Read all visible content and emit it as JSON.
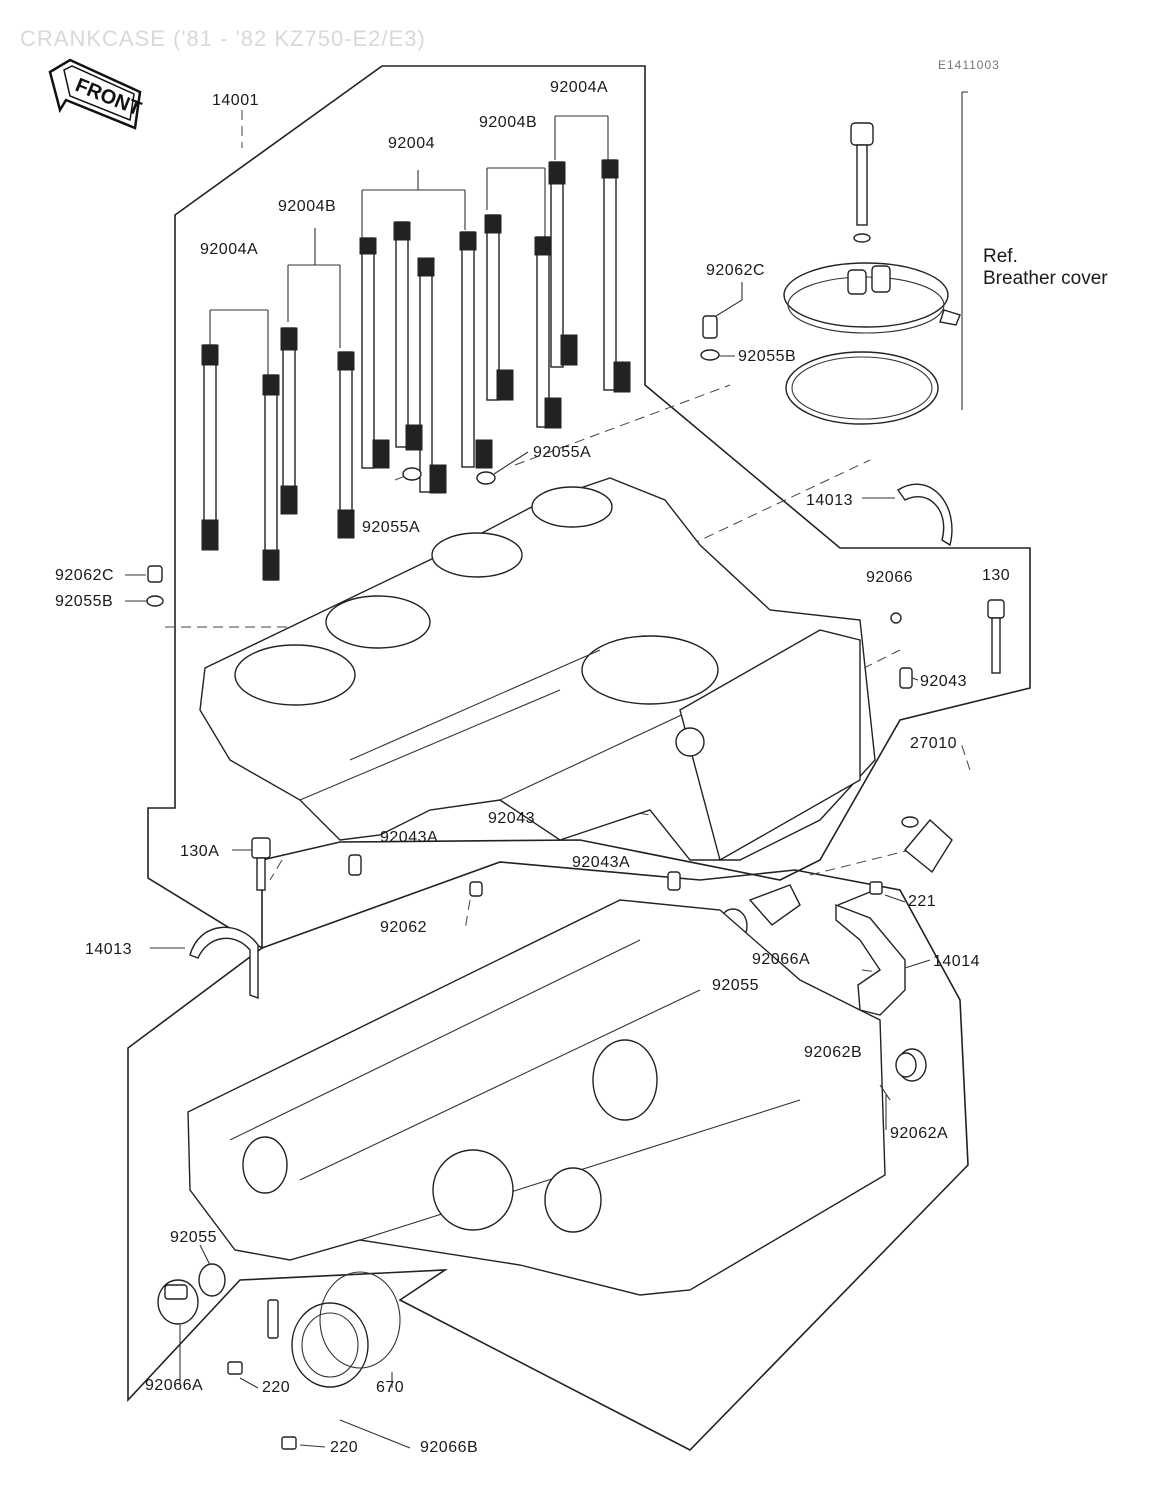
{
  "header": {
    "title": "CRANKCASE ('81 - '82 KZ750-E2/E3)",
    "code": "E1411003",
    "front_label": "FRONT"
  },
  "reference": {
    "ref_label": "Ref.",
    "ref_name": "Breather cover"
  },
  "callouts": {
    "p14001": "14001",
    "p92004A_top": "92004A",
    "p92004B_top": "92004B",
    "p92004": "92004",
    "p92004B_left": "92004B",
    "p92004A_left": "92004A",
    "p92062C_upper": "92062C",
    "p92055B_upper": "92055B",
    "p92055A_right": "92055A",
    "p92055A_left": "92055A",
    "p14013_upper": "14013",
    "p92062C_left": "92062C",
    "p92055B_left": "92055B",
    "p92066": "92066",
    "p130": "130",
    "p92043_right": "92043",
    "p27010": "27010",
    "p92043_mid": "92043",
    "p130A": "130A",
    "p92043A_left": "92043A",
    "p92043A_mid": "92043A",
    "p92062": "92062",
    "p221": "221",
    "p14013_lower": "14013",
    "p92066A_right": "92066A",
    "p92055_right": "92055",
    "p14014": "14014",
    "p92062B": "92062B",
    "p92062A": "92062A",
    "p92055_left": "92055",
    "p92066A_left": "92066A",
    "p220_a": "220",
    "p670": "670",
    "p220_b": "220",
    "p92066B": "92066B"
  }
}
